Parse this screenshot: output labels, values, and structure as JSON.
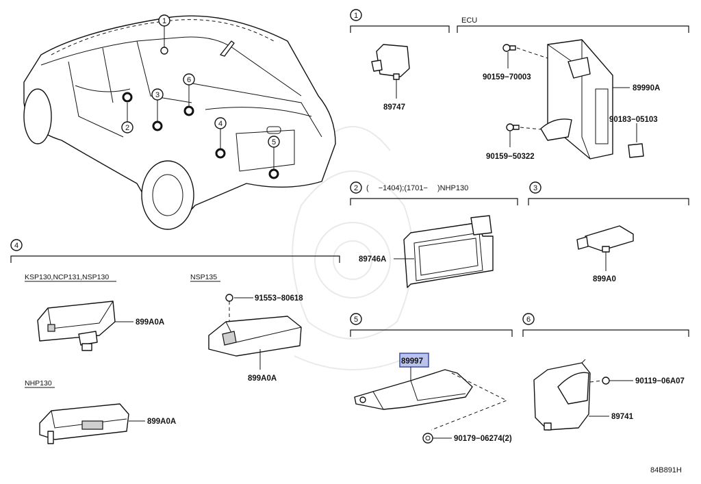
{
  "diagram_code": "84B891H",
  "watermark": "emblem",
  "callouts": {
    "c1": "1",
    "c2": "2",
    "c3": "3",
    "c4": "4",
    "c5": "5",
    "c6": "6"
  },
  "sections": {
    "s1": {
      "num": "1",
      "label": ""
    },
    "ecu": {
      "label": "ECU"
    },
    "s2": {
      "num": "2",
      "label": "(　  −1404);(1701−　   )NHP130"
    },
    "s3": {
      "num": "3",
      "label": ""
    },
    "s4": {
      "num": "4",
      "label": ""
    },
    "s5": {
      "num": "5",
      "label": ""
    },
    "s6": {
      "num": "6",
      "label": ""
    }
  },
  "subheads": {
    "ksp": "KSP130,NCP131,NSP130",
    "nsp135": "NSP135",
    "nhp130": "NHP130"
  },
  "parts": {
    "p89747": "89747",
    "p90159_70003": "90159−70003",
    "p89990a": "89990A",
    "p90183_05103": "90183−05103",
    "p90159_50322": "90159−50322",
    "p89746a": "89746A",
    "p899a0": "899A0",
    "p899a0a_1": "899A0A",
    "p91553_80618": "91553−80618",
    "p899a0a_2": "899A0A",
    "p899a0a_3": "899A0A",
    "p89997": "89997",
    "p90179_06274": "90179−06274(2)",
    "p90119_06a07": "90119−06A07",
    "p89741": "89741"
  },
  "colors": {
    "highlight": "#b9c3ec",
    "highlight_border": "#3b4aa8",
    "ink": "#111111"
  }
}
